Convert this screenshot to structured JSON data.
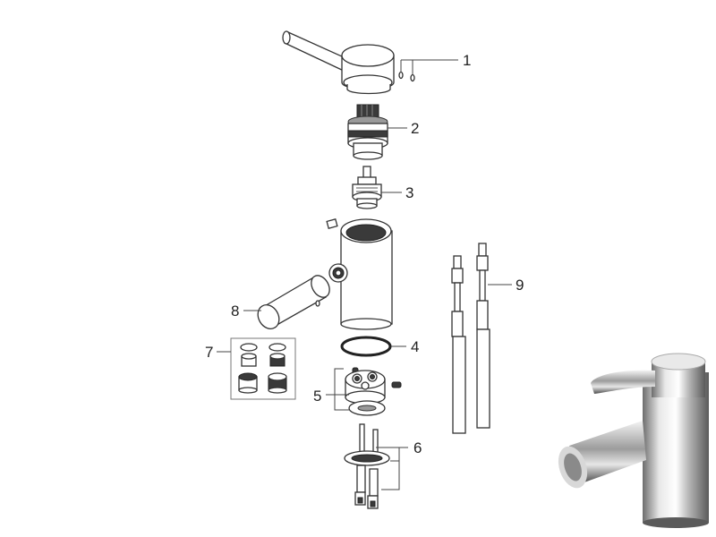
{
  "callouts": {
    "c1": "1",
    "c2": "2",
    "c3": "3",
    "c4": "4",
    "c5": "5",
    "c6": "6",
    "c7": "7",
    "c8": "8",
    "c9": "9"
  },
  "product_photo": {
    "icon": "chrome-lever-tap-photo"
  }
}
